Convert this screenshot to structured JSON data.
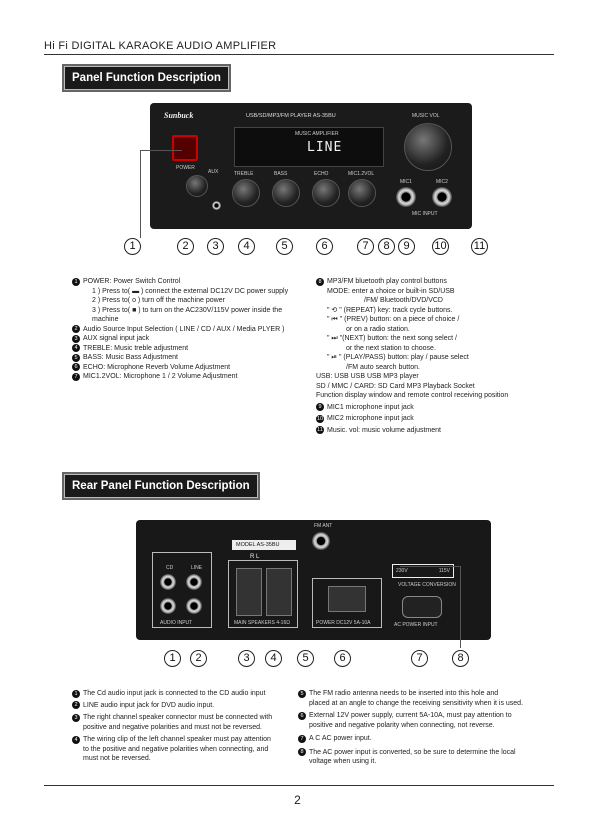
{
  "header": {
    "title": "Hi Fi DIGITAL KARAOKE AUDIO AMPLIFIER"
  },
  "front": {
    "section_title": "Panel Function Description",
    "panel_text": {
      "brand": "Sunbuck",
      "model_strip": "USB/SD/MP3/FM PLAYER  AS-35BU",
      "display": "LINE",
      "music_amp": "MUSIC AMPLIFIER",
      "knob_labels": [
        "TREBLE",
        "BASS",
        "ECHO",
        "MIC1.2VOL"
      ],
      "music_vol": "MUSIC VOL",
      "mic1": "MIC1",
      "mic2": "MIC2",
      "mic_input": "MIC INPUT",
      "power": "POWER",
      "aux": "AUX"
    },
    "callouts": [
      "1",
      "2",
      "3",
      "4",
      "5",
      "6",
      "7",
      "8",
      "9",
      "10",
      "11"
    ],
    "left_items": [
      {
        "num": "1",
        "text": "POWER: Power Switch Control"
      },
      {
        "text": "1 ) Press to( ▬ ) connect the external DC12V DC power supply",
        "indent": 1
      },
      {
        "text": "2 ) Press to( o ) turn off the machine power",
        "indent": 1
      },
      {
        "text": "3 ) Press to( ■ ) to turn on the AC230V/115V power inside the machine",
        "indent": 1
      },
      {
        "num": "2",
        "text": "Audio Source Input Selection ( LINE / CD / AUX / Media PLYER )"
      },
      {
        "num": "3",
        "text": "AUX signal input jack"
      },
      {
        "num": "4",
        "text": "TREBLE: Music treble adjustment"
      },
      {
        "num": "5",
        "text": "BASS: Music Bass Adjustment"
      },
      {
        "num": "6",
        "text": "ECHO: Microphone Reverb Volume Adjustment"
      },
      {
        "num": "7",
        "text": "MIC1.2VOL: Microphone 1 / 2 Volume Adjustment"
      }
    ],
    "right_items": [
      {
        "num": "8",
        "text": "MP3/FM bluetooth play control buttons"
      },
      {
        "text": "MODE: enter a choice or built-in SD/USB",
        "indent": 1
      },
      {
        "text": "/FM/ Bluetooth/DVD/VCD",
        "indent": 2
      },
      {
        "text": "\" ⟲ \" (REPEAT) key: track cycle buttons.",
        "indent": 1
      },
      {
        "text": "\" ⏮ \" (PREV) button: on a piece of choice /",
        "indent": 1
      },
      {
        "text": "or on a radio station.",
        "indent": 2
      },
      {
        "text": "\" ⏭ \"(NEXT) button: the next song select /",
        "indent": 1
      },
      {
        "text": "or the next station to choose.",
        "indent": 2
      },
      {
        "text": "\" ⏯ \" (PLAY/PASS) button: play / pause select",
        "indent": 1
      },
      {
        "text": "/FM auto search button.",
        "indent": 2
      },
      {
        "text": "USB: USB USB USB MP3 player"
      },
      {
        "text": "SD / MMC / CARD: SD Card MP3 Playback Socket"
      },
      {
        "text": "Function display window and remote control receiving position"
      },
      {
        "num": "9",
        "text": "MIC1 microphone input jack"
      },
      {
        "num": "10",
        "text": "MIC2 microphone input jack"
      },
      {
        "num": "11",
        "text": "Music. vol: music volume adjustment"
      }
    ]
  },
  "rear": {
    "section_title": "Rear Panel Function Description",
    "panel_text": {
      "fm_ant": "FM ANT",
      "model": "MODEL  AS-35BU",
      "rl": "R        L",
      "cd": "CD",
      "line": "LINE",
      "audio_input": "AUDIO INPUT",
      "speakers": "MAIN SPEAKERS 4-16Ω",
      "power_dc": "POWER DC12V 5A-10A",
      "voltage": "VOLTAGE CONVERSION",
      "ac_input": "AC POWER INPUT",
      "v1": "230V",
      "v2": "115V"
    },
    "callouts": [
      "1",
      "2",
      "3",
      "4",
      "5",
      "6",
      "7",
      "8"
    ],
    "left_items": [
      {
        "num": "1",
        "text": "The Cd audio input jack is connected to the CD audio input"
      },
      {
        "num": "2",
        "text": "LINE audio input jack for DVD audio input."
      },
      {
        "num": "3",
        "text": "The right channel speaker connector must be connected with"
      },
      {
        "text": "positive and negative polarities and must not be reversed.",
        "indent": 1
      },
      {
        "num": "4",
        "text": "The wiring clip of the left channel speaker must pay attention"
      },
      {
        "text": "to the positive and negative polarities when connecting, and",
        "indent": 1
      },
      {
        "text": "must not be reversed.",
        "indent": 1
      }
    ],
    "right_items": [
      {
        "num": "5",
        "text": "The FM radio antenna needs to be inserted into this hole and"
      },
      {
        "text": "placed at an angle to change the receiving sensitivity when it is used.",
        "indent": 1
      },
      {
        "num": "6",
        "text": "External 12V power supply, current 5A-10A, must pay attention to"
      },
      {
        "text": "positive and negative polarity when connecting, not reverse.",
        "indent": 1
      },
      {
        "num": "7",
        "text": "A C AC power input."
      },
      {
        "num": "8",
        "text": "The AC power input is converted, so be sure to determine the local"
      },
      {
        "text": "voltage when using it.",
        "indent": 1
      }
    ]
  },
  "footer": {
    "page_number": "2"
  }
}
